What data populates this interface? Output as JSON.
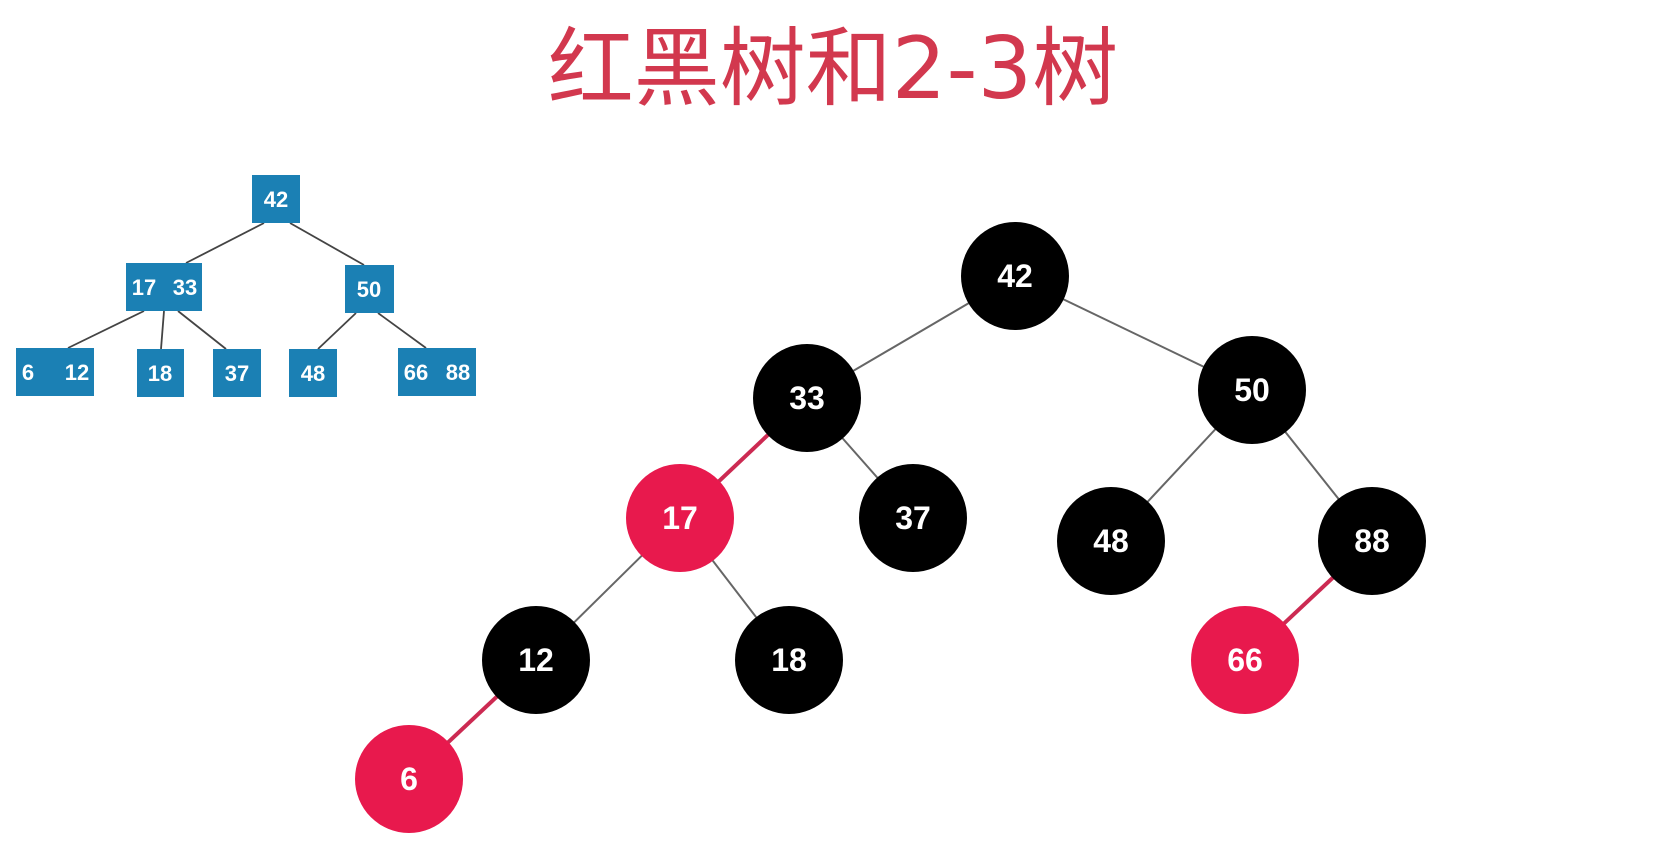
{
  "title": "红黑树和2-3树",
  "colors": {
    "title": "#d2384e",
    "box": "#1b80b4",
    "box_text": "#ffffff",
    "black_node": "#000000",
    "red_node": "#e8194d",
    "edge": "#666666",
    "red_edge": "#cc2a52"
  },
  "tree23": {
    "nodes": [
      {
        "id": "b42",
        "keys": [
          "42"
        ]
      },
      {
        "id": "b1733",
        "keys": [
          "17",
          "33"
        ]
      },
      {
        "id": "b50",
        "keys": [
          "50"
        ]
      },
      {
        "id": "b612",
        "keys": [
          "6",
          "12"
        ]
      },
      {
        "id": "b18",
        "keys": [
          "18"
        ]
      },
      {
        "id": "b37",
        "keys": [
          "37"
        ]
      },
      {
        "id": "b48",
        "keys": [
          "48"
        ]
      },
      {
        "id": "b6688",
        "keys": [
          "66",
          "88"
        ]
      }
    ],
    "edges": [
      [
        "b42",
        "b1733"
      ],
      [
        "b42",
        "b50"
      ],
      [
        "b1733",
        "b612"
      ],
      [
        "b1733",
        "b18"
      ],
      [
        "b1733",
        "b37"
      ],
      [
        "b50",
        "b48"
      ],
      [
        "b50",
        "b6688"
      ]
    ]
  },
  "redblack": {
    "nodes": [
      {
        "id": "n42",
        "label": "42",
        "color": "black"
      },
      {
        "id": "n33",
        "label": "33",
        "color": "black"
      },
      {
        "id": "n50",
        "label": "50",
        "color": "black"
      },
      {
        "id": "n17",
        "label": "17",
        "color": "red"
      },
      {
        "id": "n37",
        "label": "37",
        "color": "black"
      },
      {
        "id": "n48",
        "label": "48",
        "color": "black"
      },
      {
        "id": "n88",
        "label": "88",
        "color": "black"
      },
      {
        "id": "n12",
        "label": "12",
        "color": "black"
      },
      {
        "id": "n18",
        "label": "18",
        "color": "black"
      },
      {
        "id": "n66",
        "label": "66",
        "color": "red"
      },
      {
        "id": "n6",
        "label": "6",
        "color": "red"
      }
    ],
    "edges": [
      [
        "n42",
        "n33"
      ],
      [
        "n42",
        "n50"
      ],
      [
        "n33",
        "n17"
      ],
      [
        "n33",
        "n37"
      ],
      [
        "n50",
        "n48"
      ],
      [
        "n50",
        "n88"
      ],
      [
        "n17",
        "n12"
      ],
      [
        "n17",
        "n18"
      ],
      [
        "n88",
        "n66"
      ],
      [
        "n12",
        "n6"
      ]
    ]
  }
}
